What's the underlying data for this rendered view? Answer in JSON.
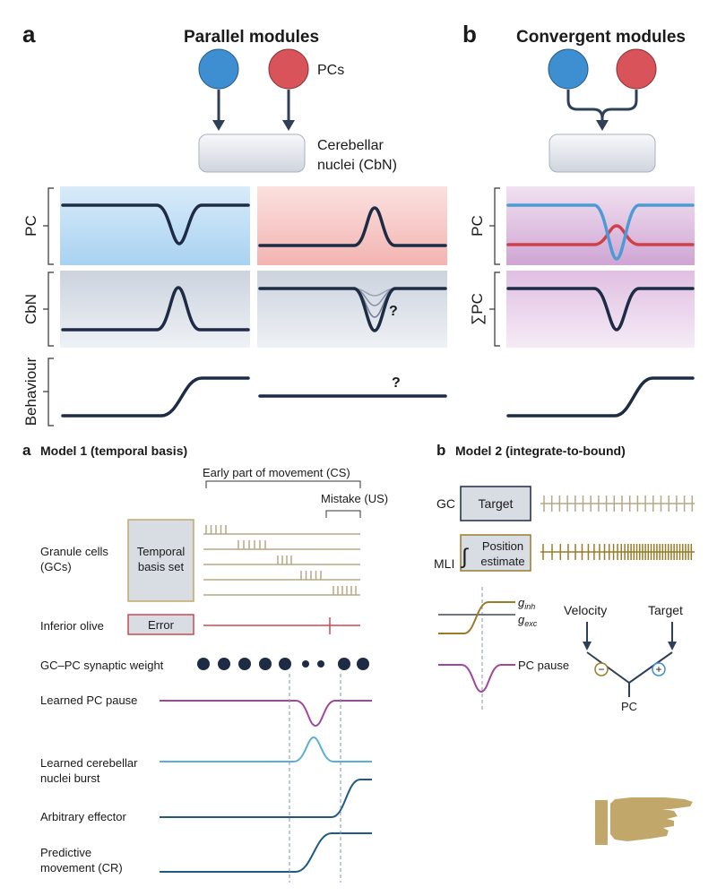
{
  "panel_top": {
    "left": {
      "letter": "a",
      "title": "Parallel modules"
    },
    "right": {
      "letter": "b",
      "title": "Convergent modules"
    },
    "pcs_label": "PCs",
    "nuclei_label_line1": "Cerebellar",
    "nuclei_label_line2": "nuclei (CbN)",
    "row_labels": {
      "pc": "PC",
      "cbn": "CbN",
      "behaviour": "Behaviour",
      "sum_pc": "∑PC"
    },
    "question_mark": "?"
  },
  "model1": {
    "letter": "a",
    "title": "Model 1 (temporal basis)",
    "early_movement": "Early part of movement (CS)",
    "mistake": "Mistake (US)",
    "granule_cells_line1": "Granule cells",
    "granule_cells_line2": "(GCs)",
    "temporal_basis_line1": "Temporal",
    "temporal_basis_line2": "basis set",
    "inferior_olive": "Inferior olive",
    "error": "Error",
    "synaptic_weight": "GC–PC synaptic weight",
    "learned_pc_pause": "Learned PC pause",
    "learned_nuclei_line1": "Learned cerebellar",
    "learned_nuclei_line2": "nuclei burst",
    "arbitrary_effector": "Arbitrary effector",
    "predictive_line1": "Predictive",
    "predictive_line2": "movement (CR)"
  },
  "model2": {
    "letter": "b",
    "title": "Model 2 (integrate-to-bound)",
    "gc": "GC",
    "target_box": "Target",
    "mli": "MLI",
    "integral": "∫",
    "position_line1": "Position",
    "position_line2": "estimate",
    "g_inh_base": "g",
    "g_inh_sub": "inh",
    "g_exc_base": "g",
    "g_exc_sub": "exc",
    "pc_pause": "PC pause",
    "velocity": "Velocity",
    "target": "Target",
    "minus": "−",
    "plus": "+",
    "pc": "PC"
  },
  "colors": {
    "navy": "#1d2b45",
    "blue": "#3d8fd1",
    "red": "#d9545a",
    "purple": "#a0479a",
    "light_blue": "#5aaed8",
    "effector": "#1f5a86",
    "tan": "#b5a886",
    "olive": "#9a7b2a",
    "gold": "#c2a76a",
    "error_red": "#c84a50",
    "box_grey": "#d8dce3"
  }
}
